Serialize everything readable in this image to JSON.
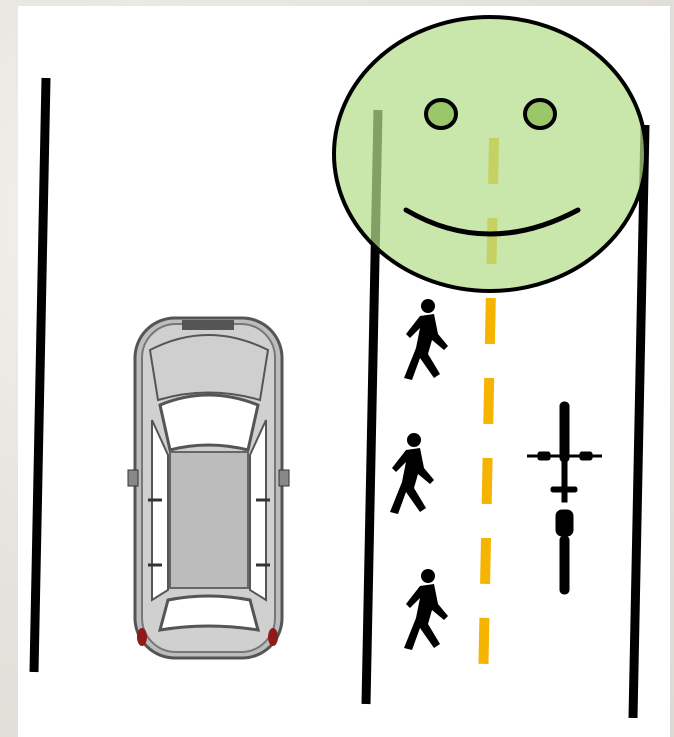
{
  "diagram": {
    "elements": [
      "car",
      "pedestrian",
      "pedestrian",
      "pedestrian",
      "bicycle",
      "smiley-face"
    ],
    "colors": {
      "background": "#e9e7e2",
      "panel": "#ffffff",
      "road_line": "#000000",
      "center_line": "#f4b400",
      "smiley_fill": "#c5e3a4",
      "smiley_eye": "#9ac76a",
      "car_body": "#bdbdbd",
      "car_outline": "#555555",
      "tail_light": "#8e1b1b"
    },
    "icons": [
      "car-icon",
      "pedestrian-icon",
      "bicycle-icon",
      "smiley-face-icon"
    ]
  }
}
